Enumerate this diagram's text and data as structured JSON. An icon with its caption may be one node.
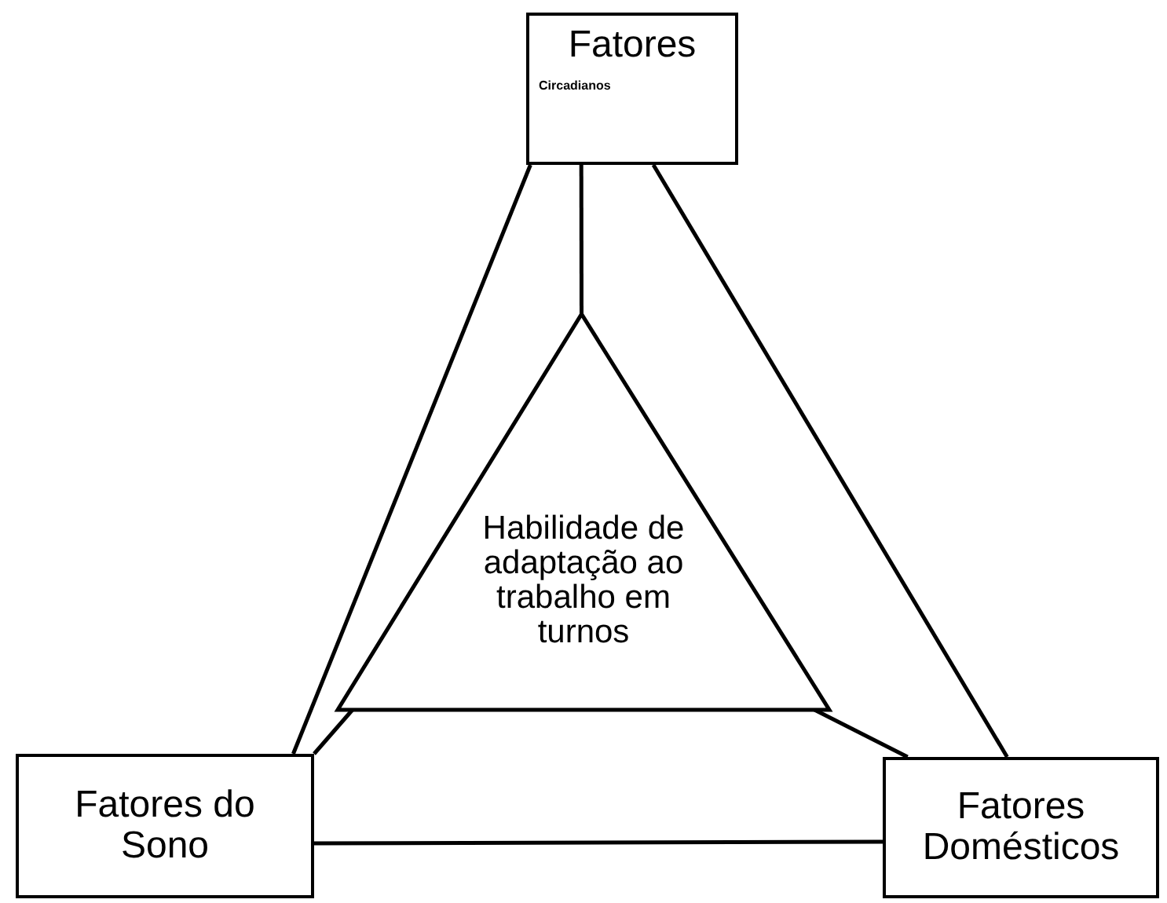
{
  "diagram": {
    "nodes": [
      {
        "text": [
          "Fatores",
          "Circadianos"
        ]
      },
      {
        "text": [
          "Habilidade de adaptação ao trabalho em turnos"
        ]
      },
      {
        "text": [
          "Fatores do Sono"
        ]
      },
      {
        "text": [
          "Fatores Domésticos"
        ]
      }
    ],
    "edges": [
      {
        "from": 0,
        "to": 2,
        "arrow": "none"
      },
      {
        "from": 0,
        "to": 3,
        "arrow": "none"
      },
      {
        "from": 0,
        "to": 1,
        "arrow": "none"
      },
      {
        "from": 2,
        "to": 1,
        "arrow": "none"
      },
      {
        "from": 3,
        "to": 1,
        "arrow": "none"
      },
      {
        "from": 2,
        "to": 3,
        "arrow": "none"
      }
    ]
  }
}
